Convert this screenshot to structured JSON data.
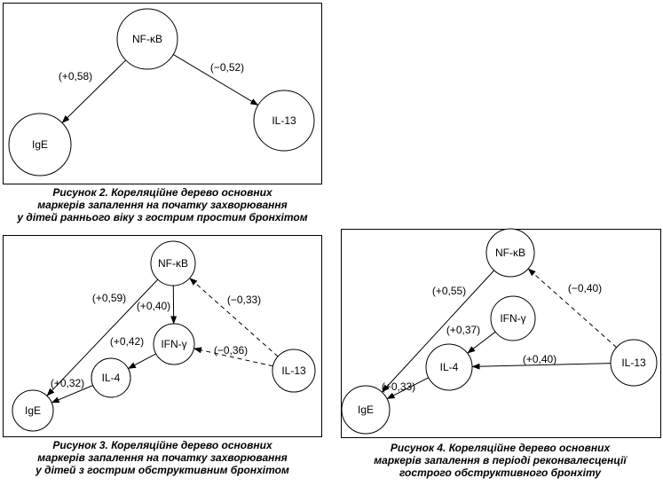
{
  "figures": [
    {
      "id": "fig2",
      "caption_lines": [
        "Рисунок 2. Кореляційне дерево основних",
        "маркерів запалення на початку захворювання",
        "у дітей раннього віку з гострим простим бронхітом"
      ],
      "nodes": [
        {
          "id": "nfkb",
          "label": "NF-κB"
        },
        {
          "id": "ige",
          "label": "IgE"
        },
        {
          "id": "il13",
          "label": "IL-13"
        }
      ],
      "edges": [
        {
          "from": "nfkb",
          "to": "ige",
          "label": "(+0,58)",
          "style": "solid"
        },
        {
          "from": "nfkb",
          "to": "il13",
          "label": "(−0,52)",
          "style": "solid"
        }
      ]
    },
    {
      "id": "fig3",
      "caption_lines": [
        "Рисунок 3. Кореляційне дерево основних",
        "маркерів запалення на початку захворювання",
        "у дітей з гострим обструктивним бронхітом"
      ],
      "nodes": [
        {
          "id": "nfkb",
          "label": "NF-κB"
        },
        {
          "id": "ifng",
          "label": "IFN-γ"
        },
        {
          "id": "il4",
          "label": "IL-4"
        },
        {
          "id": "ige",
          "label": "IgE"
        },
        {
          "id": "il13",
          "label": "IL-13"
        }
      ],
      "edges": [
        {
          "from": "nfkb",
          "to": "ige",
          "label": "(+0,59)",
          "style": "solid"
        },
        {
          "from": "nfkb",
          "to": "ifng",
          "label": "(+0,40)",
          "style": "solid"
        },
        {
          "from": "il13",
          "to": "nfkb",
          "label": "(−0,33)",
          "style": "dashed"
        },
        {
          "from": "ifng",
          "to": "il4",
          "label": "(+0,42)",
          "style": "solid"
        },
        {
          "from": "il13",
          "to": "ifng",
          "label": "(−0,36)",
          "style": "dashed"
        },
        {
          "from": "il4",
          "to": "ige",
          "label": "(+0,32)",
          "style": "solid"
        }
      ]
    },
    {
      "id": "fig4",
      "caption_lines": [
        "Рисунок 4. Кореляційне дерево основних",
        "маркерів запалення в періоді реконвалесценції",
        "гострого обструктивного бронхіту"
      ],
      "nodes": [
        {
          "id": "nfkb",
          "label": "NF-κB"
        },
        {
          "id": "ifng",
          "label": "IFN-γ"
        },
        {
          "id": "il4",
          "label": "IL-4"
        },
        {
          "id": "ige",
          "label": "IgE"
        },
        {
          "id": "il13",
          "label": "IL-13"
        }
      ],
      "edges": [
        {
          "from": "nfkb",
          "to": "ige",
          "label": "(+0,55)",
          "style": "solid"
        },
        {
          "from": "il13",
          "to": "nfkb",
          "label": "(−0,40)",
          "style": "dashed"
        },
        {
          "from": "ifng",
          "to": "il4",
          "label": "(+0,37)",
          "style": "solid"
        },
        {
          "from": "il13",
          "to": "il4",
          "label": "(+0,40)",
          "style": "solid"
        },
        {
          "from": "il4",
          "to": "ige",
          "label": "(+0,33)",
          "style": "solid"
        }
      ]
    }
  ]
}
